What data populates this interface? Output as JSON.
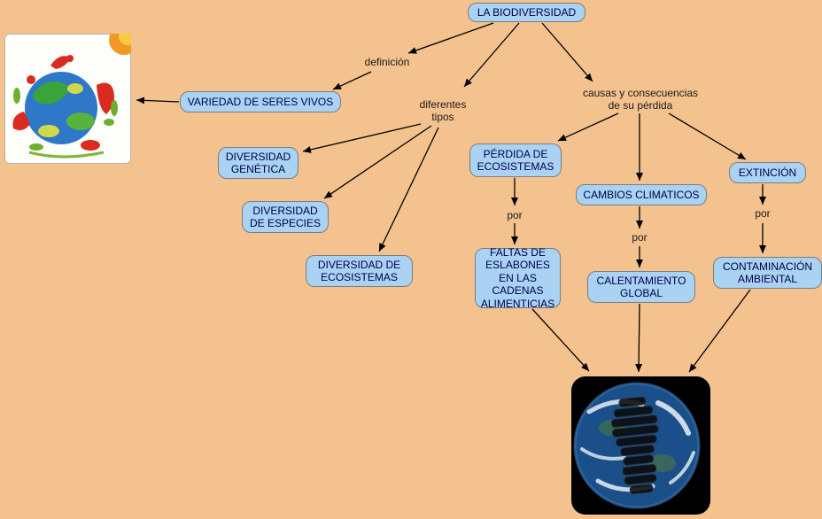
{
  "title": "LA BIODIVERSIDAD",
  "colors": {
    "background": "#f4c28e",
    "node_fill": "#a9d2f3",
    "node_border": "#7d7d7d",
    "node_text": "#00004a",
    "arrow": "#000000"
  },
  "nodes": {
    "biodiversidad": "LA BIODIVERSIDAD",
    "variedad": "VARIEDAD DE SERES VIVOS",
    "diversidad_genetica": "DIVERSIDAD GENÉTICA",
    "diversidad_especies": "DIVERSIDAD DE ESPECIES",
    "diversidad_ecosistemas": "DIVERSIDAD DE ECOSISTEMAS",
    "perdida_ecosistemas": "PÉRDIDA DE ECOSISTEMAS",
    "cambios_climaticos": "CAMBIOS CLIMATICOS",
    "extincion": "EXTINCIÓN",
    "faltas_eslabones": "FALTAS DE ESLABONES EN LAS CADENAS ALIMENTICIAS",
    "calentamiento_global": "CALENTAMIENTO GLOBAL",
    "contaminacion_ambiental": "CONTAMINACIÓN AMBIENTAL"
  },
  "link_labels": {
    "definicion": "definición",
    "diferentes_tipos": "diferentes\ntipos",
    "causas": "causas y consecuencias\nde su pérdida",
    "por_1": "por",
    "por_2": "por",
    "por_3": "por"
  },
  "images": {
    "earth_nature": "colorful-earth-with-plants-animals-and-sun",
    "earth_footprint": "dark-earth-with-carbon-footprint"
  }
}
